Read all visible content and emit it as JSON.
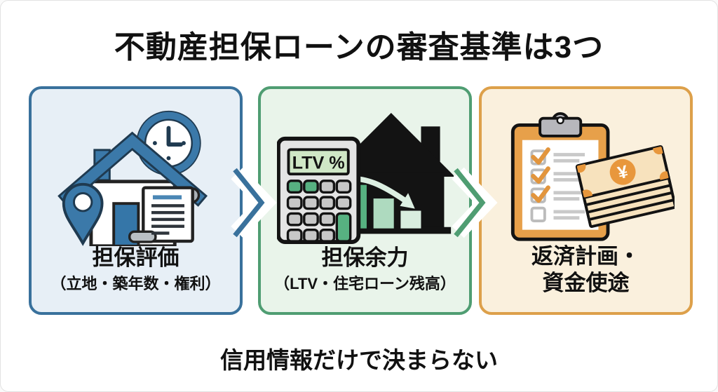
{
  "title": "不動産担保ローンの審査基準は3つ",
  "footer_note": "信用情報だけで決まらない",
  "cards": [
    {
      "id": "collateral-valuation",
      "label": "担保評価",
      "sublabel": "（立地・築年数・権利）",
      "accent_color": "#39719c",
      "bg_color": "#e7eff6",
      "icons": [
        "house-icon",
        "clock-icon",
        "location-pin-icon",
        "scroll-document-icon"
      ]
    },
    {
      "id": "collateral-capacity",
      "label": "担保余力",
      "sublabel": "（LTV・住宅ローン残高）",
      "accent_color": "#4f9d72",
      "bg_color": "#e9f4ea",
      "calculator_display": "LTV %",
      "icons": [
        "calculator-icon",
        "house-declining-chart-icon"
      ]
    },
    {
      "id": "repayment-plan",
      "label_line1": "返済計画・",
      "label_line2": "資金使途",
      "accent_color": "#dda04a",
      "bg_color": "#faf0dd",
      "yen_symbol": "¥",
      "icons": [
        "clipboard-checklist-icon",
        "money-stack-icon"
      ]
    }
  ],
  "connectors": [
    {
      "color": "#39719c"
    },
    {
      "color": "#4f9d72"
    }
  ]
}
